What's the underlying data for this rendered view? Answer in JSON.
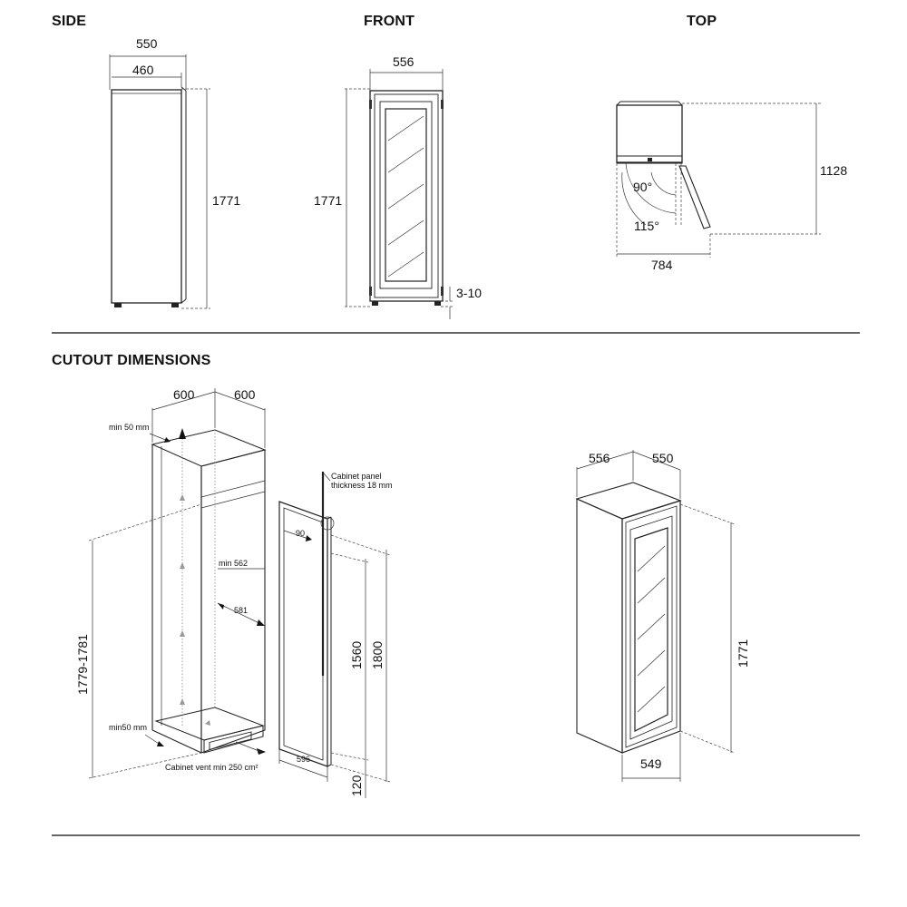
{
  "headers": {
    "side": "SIDE",
    "front": "FRONT",
    "top": "TOP",
    "cutout": "CUTOUT DIMENSIONS"
  },
  "side": {
    "depth_total": "550",
    "depth_body": "460",
    "height": "1771"
  },
  "front": {
    "width": "556",
    "height": "1771",
    "feet": "3-10"
  },
  "top": {
    "depth_open": "1128",
    "width_open": "784",
    "angle_90": "90°",
    "angle_115": "115°"
  },
  "cutout": {
    "niche_width": "600",
    "niche_depth": "600",
    "min_top": "min 50 mm",
    "min_bottom": "min50 mm",
    "niche_height": "1779-1781",
    "min_562": "min 562",
    "dim_581": "581",
    "vent": "Cabinet vent min 250 cm²",
    "panel_label_1": "Cabinet panel",
    "panel_label_2": "thickness 18 mm",
    "panel_90": "90",
    "panel_596": "596",
    "panel_1560": "1560",
    "panel_1800": "1800",
    "panel_120": "120"
  },
  "iso": {
    "width": "556",
    "depth": "550",
    "height": "1771",
    "door": "549"
  }
}
